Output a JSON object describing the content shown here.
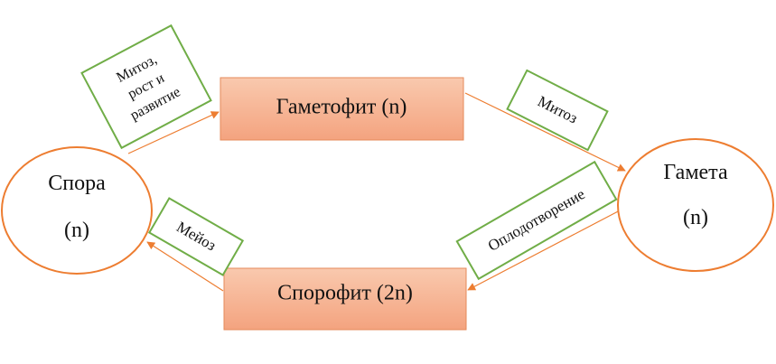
{
  "diagram": {
    "type": "life-cycle",
    "colors": {
      "node_stroke": "#ED7D31",
      "rect_fill_top": "#F8C4A8",
      "rect_fill_bottom": "#F4A582",
      "rect_stroke": "#E58A5A",
      "label_stroke": "#70AD47",
      "arrow": "#ED7D31",
      "text": "#111111"
    },
    "nodes": {
      "spore": {
        "line1": "Спора",
        "line2": "(n)"
      },
      "gamete": {
        "line1": "Гамета",
        "line2": "(n)"
      },
      "gametophyte": {
        "label": "Гаметофит (n)"
      },
      "sporophyte": {
        "label": "Спорофит (2n)"
      }
    },
    "edge_labels": {
      "spore_to_gametophyte": {
        "line1": "Митоз,",
        "line2": "рост и",
        "line3": "развитие"
      },
      "gametophyte_to_gamete": {
        "label": "Митоз"
      },
      "gamete_to_sporophyte": {
        "label": "Оплодотворение"
      },
      "sporophyte_to_spore": {
        "label": "Мейоз"
      }
    }
  }
}
